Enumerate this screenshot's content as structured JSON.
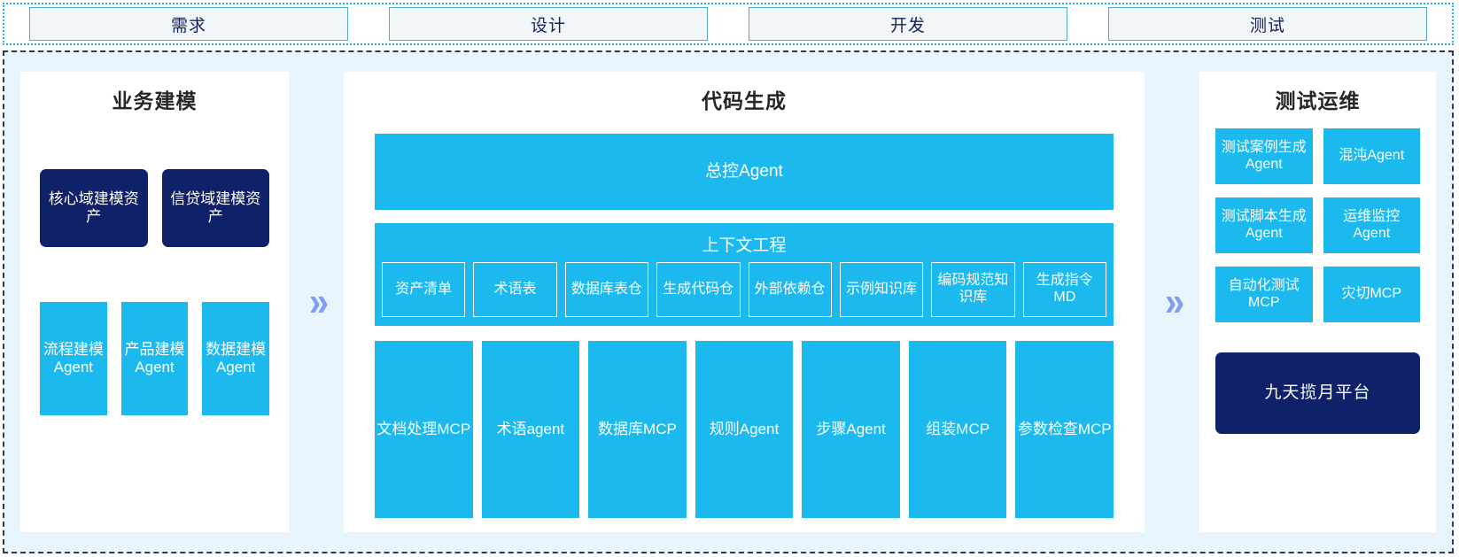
{
  "stages": {
    "items": [
      {
        "label": "需求"
      },
      {
        "label": "设计"
      },
      {
        "label": "开发"
      },
      {
        "label": "测试"
      }
    ]
  },
  "arrows": {
    "left_glyph": "»",
    "right_glyph": "»",
    "icon_name": "double-chevron-right-icon",
    "color": "#7e9ef0"
  },
  "panels": {
    "business_modeling": {
      "title": "业务建模",
      "assets": [
        {
          "label": "核心域建模资产"
        },
        {
          "label": "信贷域建模资产"
        }
      ],
      "agents": [
        {
          "label": "流程建模Agent"
        },
        {
          "label": "产品建模Agent"
        },
        {
          "label": "数据建模Agent"
        }
      ]
    },
    "code_generation": {
      "title": "代码生成",
      "master_agent": "总控Agent",
      "context_engineering": {
        "title": "上下文工程",
        "items": [
          {
            "label": "资产清单"
          },
          {
            "label": "术语表"
          },
          {
            "label": "数据库表仓"
          },
          {
            "label": "生成代码仓"
          },
          {
            "label": "外部依赖仓"
          },
          {
            "label": "示例知识库"
          },
          {
            "label": "编码规范知识库"
          },
          {
            "label": "生成指令MD"
          }
        ]
      },
      "tools": [
        {
          "label": "文档处理MCP"
        },
        {
          "label": "术语agent"
        },
        {
          "label": "数据库MCP"
        },
        {
          "label": "规则Agent"
        },
        {
          "label": "步骤Agent"
        },
        {
          "label": "组装MCP"
        },
        {
          "label": "参数检查MCP"
        }
      ]
    },
    "test_ops": {
      "title": "测试运维",
      "cards": [
        {
          "label": "测试案例生成Agent"
        },
        {
          "label": "混沌Agent"
        },
        {
          "label": "测试脚本生成Agent"
        },
        {
          "label": "运维监控Agent"
        },
        {
          "label": "自动化测试MCP"
        },
        {
          "label": "灾切MCP"
        }
      ],
      "platform": "九天揽月平台"
    }
  },
  "colors": {
    "accent_blue": "#1cb9ef",
    "navy": "#0f2269",
    "canvas": "#e9f5fd",
    "stage_border": "#57a8c4",
    "frame_border": "#2b3a55"
  }
}
